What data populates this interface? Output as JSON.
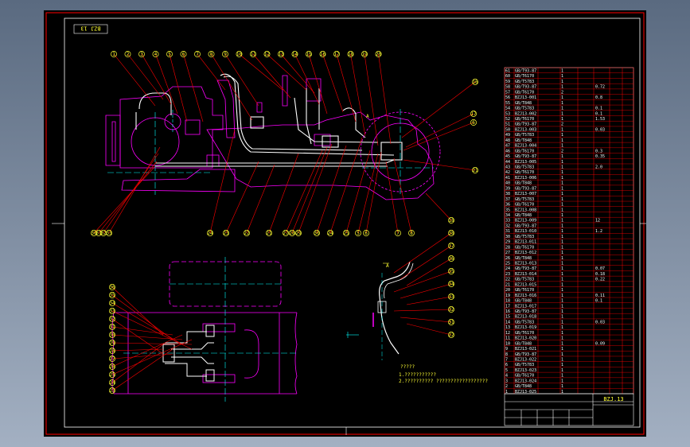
{
  "drawing": {
    "stamp": "BZJ 13",
    "title_block_code": "BZJ.13",
    "view_a_label": "A",
    "view_a_marker": "A"
  },
  "notes": {
    "heading": "?????",
    "lines": [
      "1.???????????",
      "2.?????????? ??????????????????"
    ]
  },
  "colors": {
    "frame": "#ffffff",
    "vehicle": "#ff00ff",
    "pipe": "#ffffff",
    "leader": "#ff0000",
    "label": "#ffff33",
    "center": "#00ffff"
  },
  "top_labels": [
    "1",
    "2",
    "3",
    "4",
    "5",
    "6",
    "7",
    "8",
    "9",
    "10",
    "11",
    "12",
    "13",
    "14",
    "15",
    "16",
    "17",
    "18",
    "19",
    "20"
  ],
  "right_labels": [
    "16",
    "17",
    "6",
    "21",
    "18"
  ],
  "bottom_labels": [
    "30",
    "31",
    "32",
    "33",
    "24",
    "23",
    "22",
    "21",
    "27",
    "28",
    "29",
    "30",
    "24",
    "25",
    "5",
    "6",
    "7",
    "8"
  ],
  "plan_labels": [
    "36",
    "35",
    "34",
    "33",
    "32",
    "31",
    "30",
    "29",
    "28",
    "27",
    "26",
    "25",
    "24",
    "23"
  ],
  "detail_labels": [
    "38",
    "37",
    "36",
    "35",
    "34",
    "33",
    "32",
    "31",
    "22"
  ],
  "parts_table": {
    "rows": [
      {
        "no": "61",
        "code": "GB/T93-87",
        "name": "",
        "qty": "1"
      },
      {
        "no": "60",
        "code": "GB/T6170",
        "name": "",
        "qty": "1"
      },
      {
        "no": "59",
        "code": "GB/T5783",
        "name": "",
        "qty": "1"
      },
      {
        "no": "58",
        "code": "GB/T93-87",
        "name": "",
        "qty": "1",
        "w": "0.72"
      },
      {
        "no": "57",
        "code": "GB/T6170",
        "name": "",
        "qty": "2"
      },
      {
        "no": "56",
        "code": "BZJ13-001",
        "name": "",
        "qty": "1",
        "w": "0.8"
      },
      {
        "no": "55",
        "code": "GB/T848",
        "name": "",
        "qty": "1"
      },
      {
        "no": "54",
        "code": "GB/T5783",
        "name": "",
        "qty": "1",
        "w": "0.1"
      },
      {
        "no": "53",
        "code": "BZJ13-002",
        "name": "",
        "qty": "1",
        "w": "0.1"
      },
      {
        "no": "52",
        "code": "GB/T6170",
        "name": "",
        "qty": "1",
        "w": "1.53"
      },
      {
        "no": "51",
        "code": "GB/T93-87",
        "name": "",
        "qty": "2"
      },
      {
        "no": "50",
        "code": "BZJ13-003",
        "name": "",
        "qty": "1",
        "w": "0.03"
      },
      {
        "no": "49",
        "code": "GB/T5783",
        "name": "",
        "qty": "1"
      },
      {
        "no": "48",
        "code": "GB/T848",
        "name": "",
        "qty": "1"
      },
      {
        "no": "47",
        "code": "BZJ13-004",
        "name": "",
        "qty": "1"
      },
      {
        "no": "46",
        "code": "GB/T6170",
        "name": "",
        "qty": "2",
        "w": "0.3"
      },
      {
        "no": "45",
        "code": "GB/T93-87",
        "name": "",
        "qty": "1",
        "w": "0.35"
      },
      {
        "no": "44",
        "code": "BZJ13-005",
        "name": "",
        "qty": "1"
      },
      {
        "no": "43",
        "code": "GB/T5783",
        "name": "",
        "qty": "1",
        "w": "2.0"
      },
      {
        "no": "42",
        "code": "GB/T6170",
        "name": "",
        "qty": "1"
      },
      {
        "no": "41",
        "code": "BZJ13-006",
        "name": "",
        "qty": "1"
      },
      {
        "no": "40",
        "code": "GB/T848",
        "name": "",
        "qty": "1"
      },
      {
        "no": "39",
        "code": "GB/T93-87",
        "name": "",
        "qty": "1"
      },
      {
        "no": "38",
        "code": "BZJ13-007",
        "name": "",
        "qty": "1"
      },
      {
        "no": "37",
        "code": "GB/T5783",
        "name": "",
        "qty": "1"
      },
      {
        "no": "36",
        "code": "GB/T6170",
        "name": "",
        "qty": "1"
      },
      {
        "no": "35",
        "code": "BZJ13-008",
        "name": "",
        "qty": "1"
      },
      {
        "no": "34",
        "code": "GB/T848",
        "name": "",
        "qty": "1"
      },
      {
        "no": "33",
        "code": "BZJ13-009",
        "name": "",
        "qty": "1",
        "w": "12"
      },
      {
        "no": "32",
        "code": "GB/T93-87",
        "name": "",
        "qty": "1"
      },
      {
        "no": "31",
        "code": "BZJ13-010",
        "name": "",
        "qty": "1",
        "w": "1.2"
      },
      {
        "no": "30",
        "code": "GB/T5783",
        "name": "",
        "qty": "1"
      },
      {
        "no": "29",
        "code": "BZJ13-011",
        "name": "",
        "qty": "1"
      },
      {
        "no": "28",
        "code": "GB/T6170",
        "name": "",
        "qty": "1"
      },
      {
        "no": "27",
        "code": "BZJ13-012",
        "name": "",
        "qty": "1"
      },
      {
        "no": "26",
        "code": "GB/T848",
        "name": "",
        "qty": "1"
      },
      {
        "no": "25",
        "code": "BZJ13-013",
        "name": "",
        "qty": "1"
      },
      {
        "no": "24",
        "code": "GB/T93-87",
        "name": "",
        "qty": "1",
        "w": "0.07"
      },
      {
        "no": "23",
        "code": "BZJ13-014",
        "name": "",
        "qty": "1",
        "w": "0.18"
      },
      {
        "no": "22",
        "code": "GB/T5783",
        "name": "",
        "qty": "1",
        "w": "0.22"
      },
      {
        "no": "21",
        "code": "BZJ13-015",
        "name": "",
        "qty": "1"
      },
      {
        "no": "20",
        "code": "GB/T6170",
        "name": "",
        "qty": "1"
      },
      {
        "no": "19",
        "code": "BZJ13-016",
        "name": "",
        "qty": "1",
        "w": "0.11"
      },
      {
        "no": "18",
        "code": "GB/T848",
        "name": "",
        "qty": "1",
        "w": "0.1"
      },
      {
        "no": "17",
        "code": "BZJ13-017",
        "name": "",
        "qty": "1"
      },
      {
        "no": "16",
        "code": "GB/T93-87",
        "name": "",
        "qty": "1"
      },
      {
        "no": "15",
        "code": "BZJ13-018",
        "name": "",
        "qty": "1"
      },
      {
        "no": "14",
        "code": "GB/T5783",
        "name": "",
        "qty": "1",
        "w": "0.03"
      },
      {
        "no": "13",
        "code": "BZJ13-019",
        "name": "",
        "qty": "1"
      },
      {
        "no": "12",
        "code": "GB/T6170",
        "name": "",
        "qty": "1"
      },
      {
        "no": "11",
        "code": "BZJ13-020",
        "name": "",
        "qty": "1"
      },
      {
        "no": "10",
        "code": "GB/T848",
        "name": "",
        "qty": "1",
        "w": "0.09"
      },
      {
        "no": "9",
        "code": "BZJ13-021",
        "name": "",
        "qty": "1"
      },
      {
        "no": "8",
        "code": "GB/T93-87",
        "name": "",
        "qty": "1"
      },
      {
        "no": "7",
        "code": "BZJ13-022",
        "name": "",
        "qty": "1"
      },
      {
        "no": "6",
        "code": "GB/T5783",
        "name": "",
        "qty": "1"
      },
      {
        "no": "5",
        "code": "BZJ13-023",
        "name": "",
        "qty": "1"
      },
      {
        "no": "4",
        "code": "GB/T6170",
        "name": "",
        "qty": "1"
      },
      {
        "no": "3",
        "code": "BZJ13-024",
        "name": "",
        "qty": "1"
      },
      {
        "no": "2",
        "code": "GB/T848",
        "name": "",
        "qty": "1"
      },
      {
        "no": "1",
        "code": "BZJ13-025",
        "name": "",
        "qty": "1"
      }
    ]
  }
}
